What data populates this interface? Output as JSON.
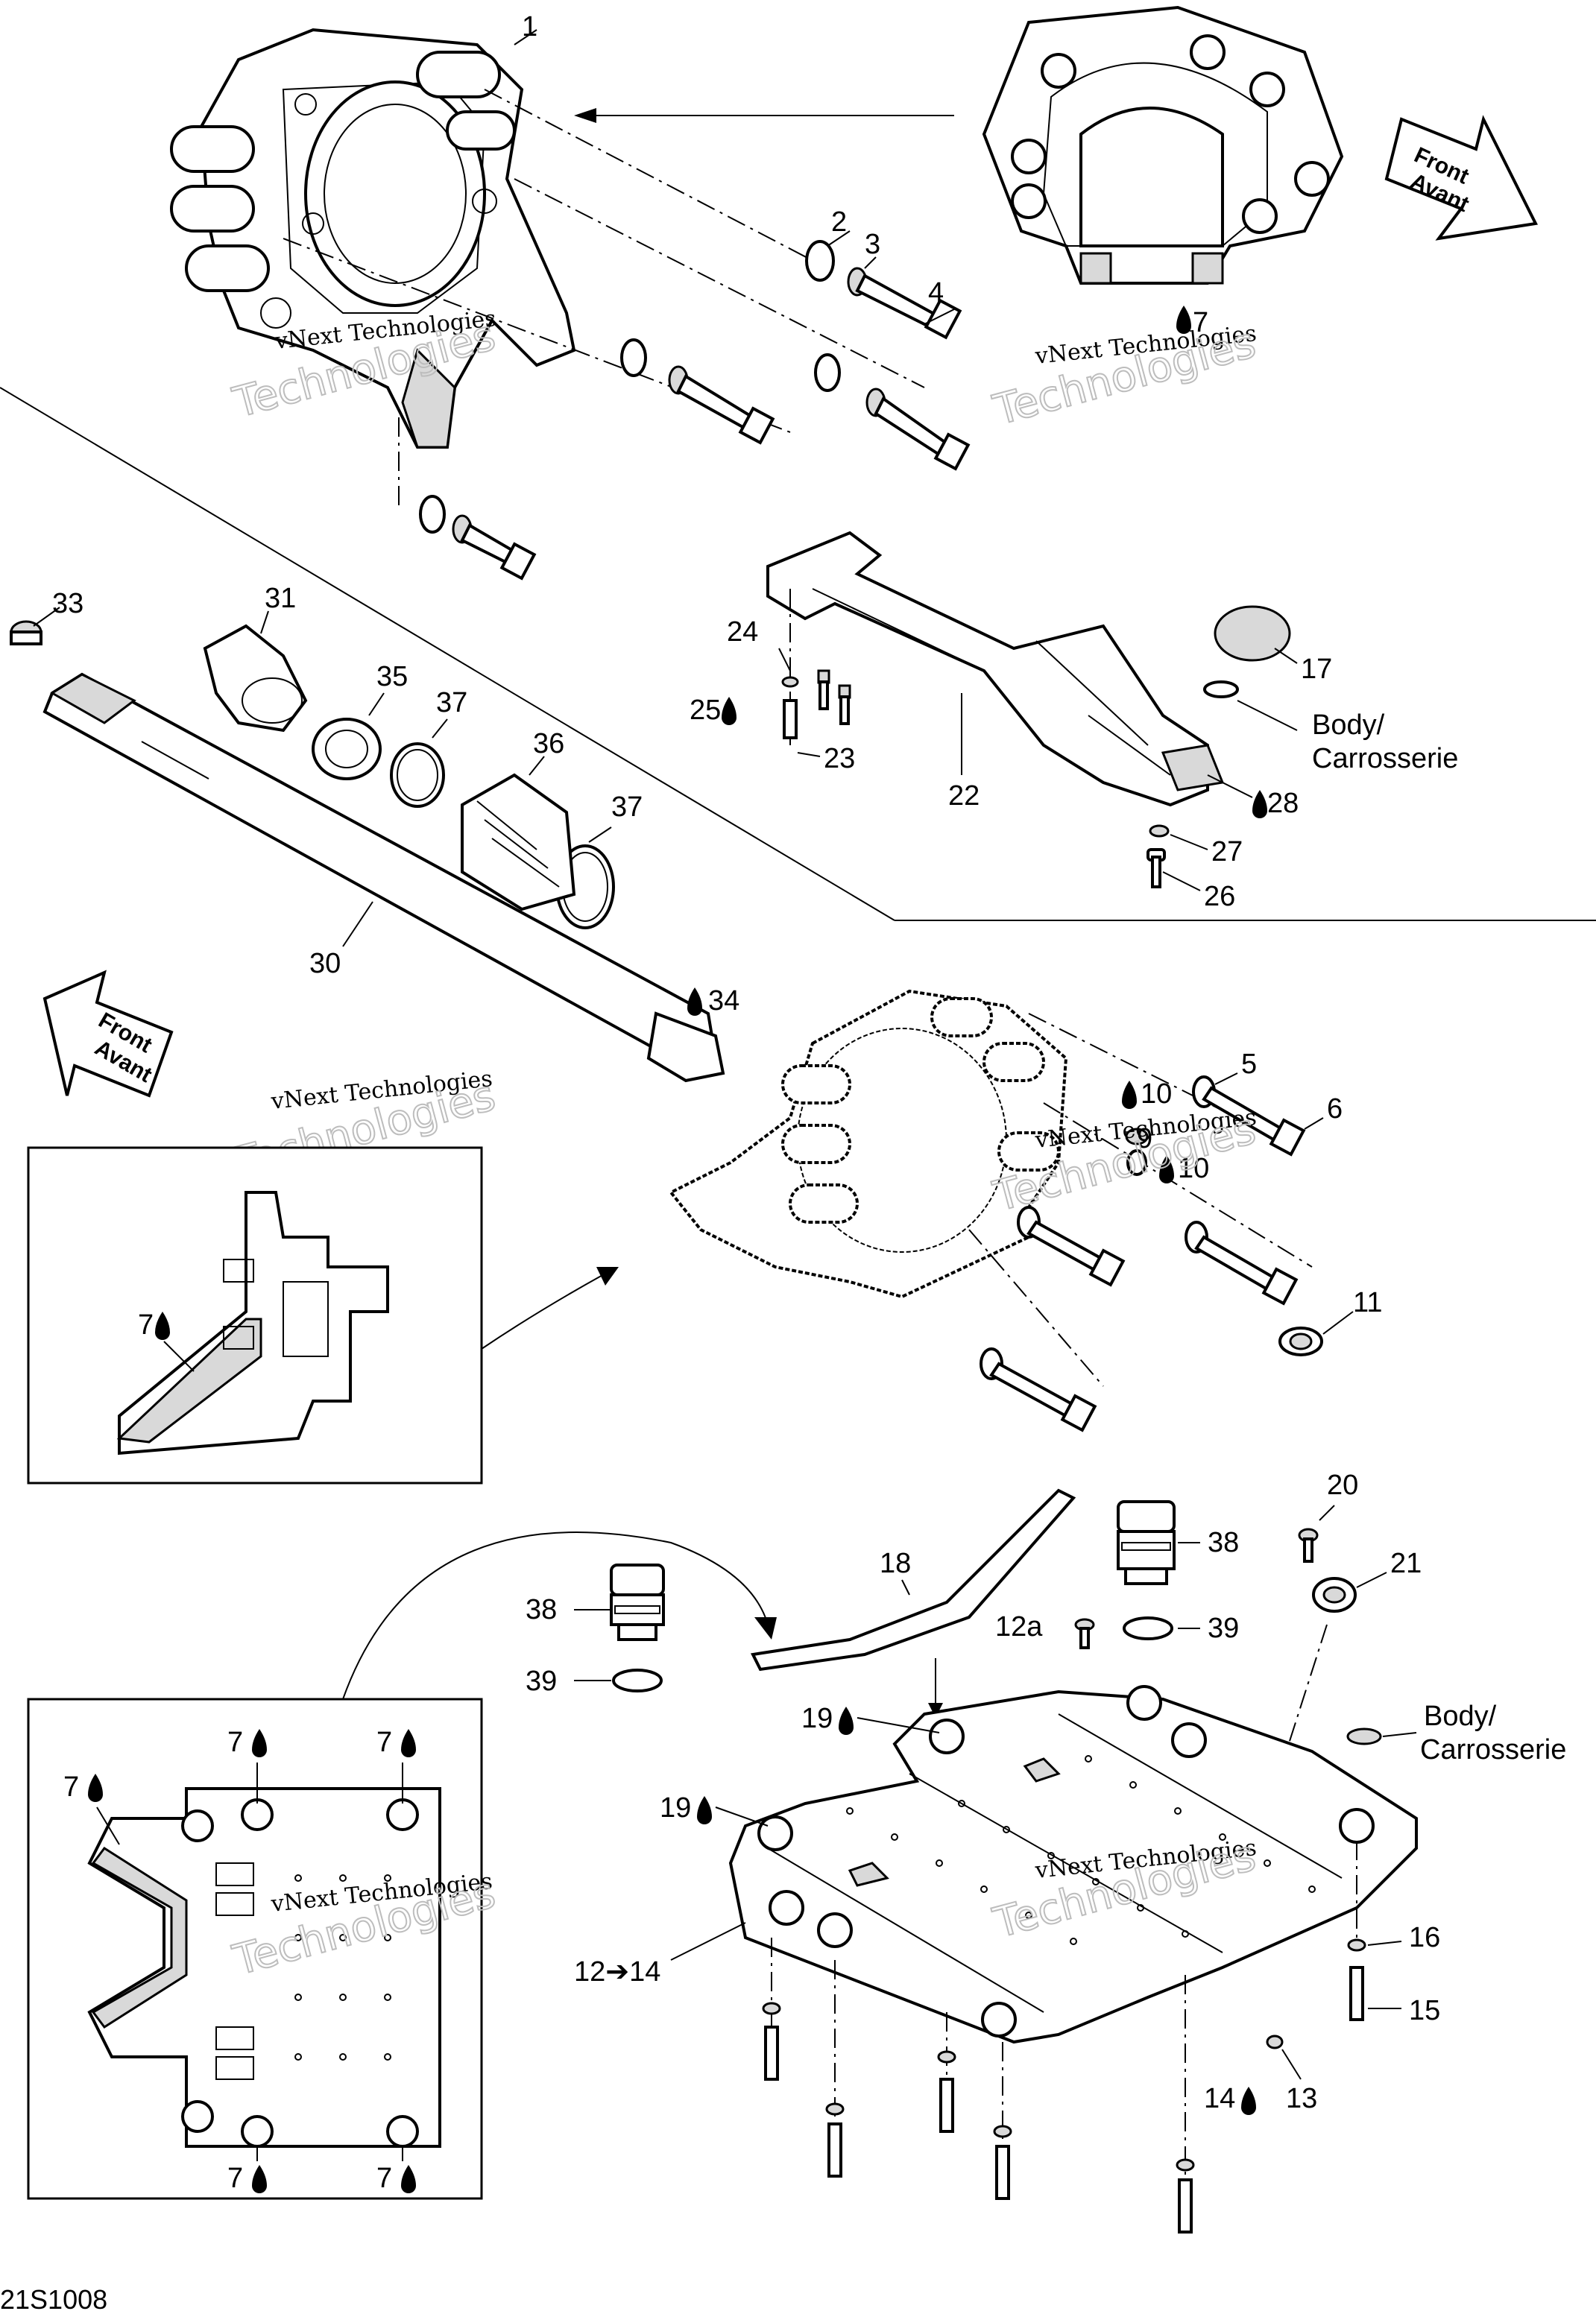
{
  "watermark": {
    "line1": "vNext Technologies",
    "line2": "Technologies"
  },
  "direction_arrows": {
    "line1": "Front",
    "line2": "Avant"
  },
  "body_labels": {
    "line1": "Body/",
    "line2": "Carrosserie"
  },
  "figure_code": "21S1008",
  "callouts": {
    "c1": "1",
    "c2": "2",
    "c3": "3",
    "c4": "4",
    "c7_top": "7",
    "c33": "33",
    "c31": "31",
    "c35": "35",
    "c37a": "37",
    "c36": "36",
    "c37b": "37",
    "c30": "30",
    "c24": "24",
    "c25": "25",
    "c23": "23",
    "c22": "22",
    "c17": "17",
    "c28": "28",
    "c27": "27",
    "c26": "26",
    "c34": "34",
    "c5": "5",
    "c6": "6",
    "c10a": "10",
    "c9": "9",
    "c10b": "10",
    "c11": "11",
    "c7_inset1": "7",
    "c20": "20",
    "c21": "21",
    "c38a": "38",
    "c38b": "38",
    "c18": "18",
    "c12a": "12a",
    "c39a": "39",
    "c39b": "39",
    "c19a": "19",
    "c19b": "19",
    "c12_14": "12➔14",
    "c16": "16",
    "c15": "15",
    "c14": "14",
    "c13": "13",
    "c7_i2a": "7",
    "c7_i2b": "7",
    "c7_i2c": "7",
    "c7_i2d": "7",
    "c7_i2e": "7"
  }
}
